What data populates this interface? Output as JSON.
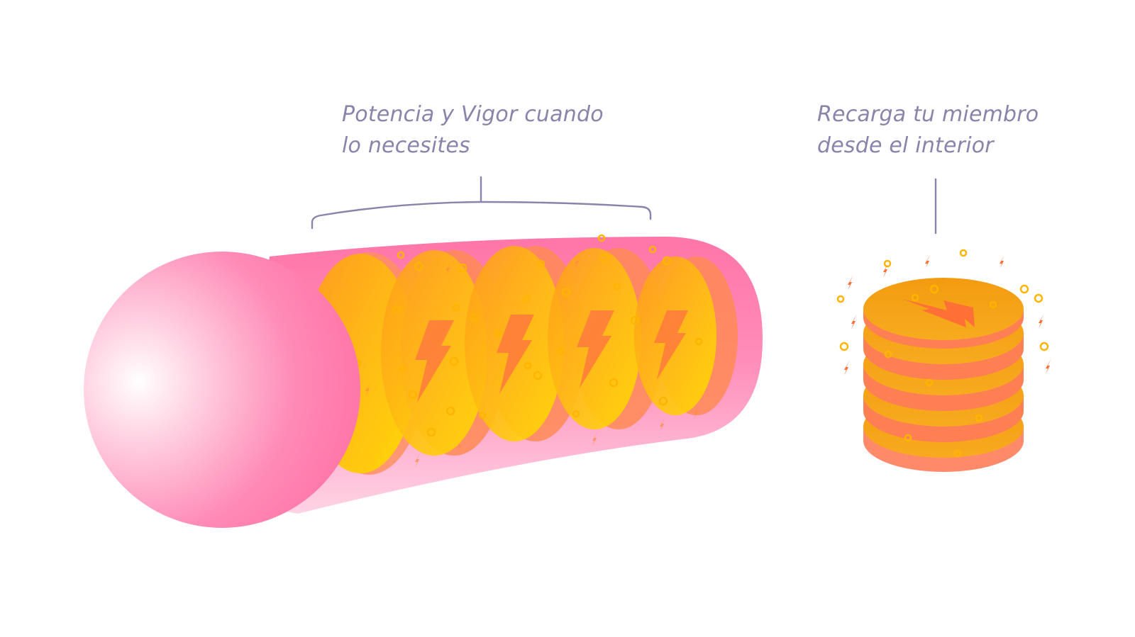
{
  "labels": {
    "left": {
      "line1": "Potencia y Vigor cuando",
      "line2": "lo necesites"
    },
    "right": {
      "line1": "Recarga tu miembro",
      "line2": "desde el interior"
    }
  },
  "colors": {
    "label_text": "#8a84ab",
    "connector": "#8a84ab",
    "pink_body": "#ff80ad",
    "pink_light": "#ffd8e6",
    "disc_orange": "#ffa21c",
    "disc_yellow": "#ffd200",
    "disc_edge": "#ff7f50",
    "bolt": "#ff7a3d",
    "particle": "#ffb400"
  },
  "icons": [
    "lightning-bolt-icon",
    "energy-particle-icon"
  ]
}
